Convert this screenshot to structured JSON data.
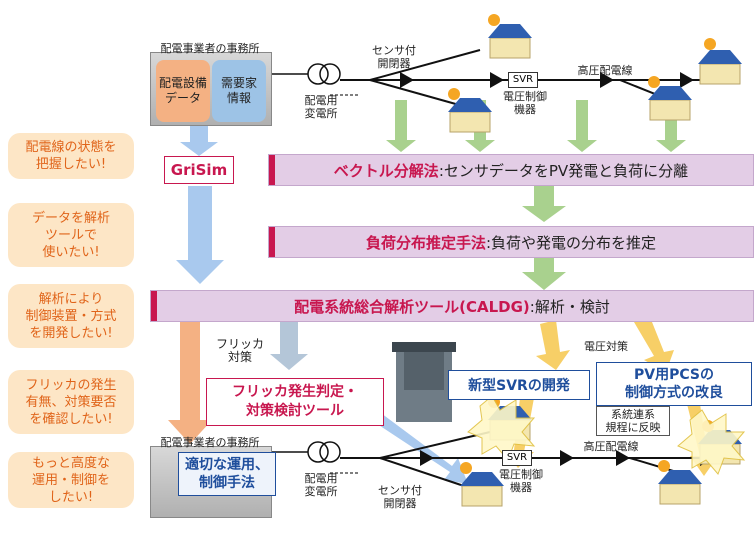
{
  "top_office": {
    "title": "配電事業者の事務所",
    "db1": "配電設備\nデータ",
    "db2": "需要家\n情報"
  },
  "bottom_office": {
    "title": "配電事業者の事務所",
    "method": "適切な運用、\n制御手法"
  },
  "needs": [
    "配電線の状態を\n把握したい!",
    "データを解析\nツールで\n使いたい!",
    "解析により\n制御装置・方式\nを開発したい!",
    "フリッカの発生\n有無、対策要否\nを確認したい!",
    "もっと高度な\n運用・制御を\nしたい!"
  ],
  "grisim": "GriSim",
  "band1": {
    "hl": "ベクトル分解法",
    "rest": ":センサデータをPV発電と負荷に分離"
  },
  "band2": {
    "hl": "負荷分布推定手法",
    "rest": ":負荷や発電の分布を推定"
  },
  "band3": {
    "hl": "配電系統総合解析ツール(CALDG)",
    "rest": ":解析・検討"
  },
  "flicker_label": "フリッカ\n対策",
  "flicker_tool": "フリッカ発生判定・\n対策検討ツール",
  "voltage_label": "電圧対策",
  "new_svr": "新型SVRの開発",
  "pv_pcs": "PV用PCSの\n制御方式の改良",
  "grid_rule": "系統連系\n規程に反映",
  "top_grid": {
    "substation": "配電用\n変電所",
    "switch": "センサ付\n開閉器",
    "svr": "SVR",
    "svr_label": "電圧制御\n機器",
    "line": "高圧配電線"
  },
  "bottom_grid": {
    "substation": "配電用\n変電所",
    "switch": "センサ付\n開閉器",
    "svr": "SVR",
    "svr_label": "電圧制御\n機器",
    "line": "高圧配電線"
  },
  "colors": {
    "accent": "#c8174f",
    "band": "#e3cde6",
    "need_bg": "#fde6c6",
    "need_text": "#e0641a",
    "arrow_green": "#a9d18e",
    "arrow_blue": "#a9c9ee",
    "arrow_orange": "#f4b183",
    "arrow_gold": "#f7cf67"
  }
}
